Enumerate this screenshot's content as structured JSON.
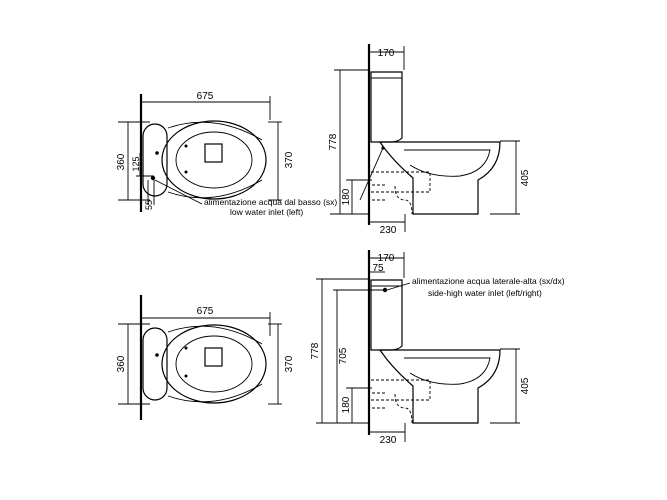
{
  "top": {
    "plan": {
      "width": "675",
      "left_height": "360",
      "right_height": "370",
      "inlet_offset": "125",
      "inlet_bottom": "55"
    },
    "side": {
      "tank_depth": "170",
      "total_height": "778",
      "pipe_height": "180",
      "outlet_distance": "230",
      "bowl_height": "405"
    },
    "note_it": "alimentazione acqua dal basso (sx)",
    "note_en": "low water inlet (left)"
  },
  "bottom": {
    "plan": {
      "width": "675",
      "left_height": "360",
      "right_height": "370"
    },
    "side": {
      "tank_depth": "170",
      "inlet_from_back": "75",
      "total_height": "778",
      "inlet_height": "705",
      "pipe_height": "180",
      "outlet_distance": "230",
      "bowl_height": "405"
    },
    "note_it": "alimentazione acqua laterale-alta (sx/dx)",
    "note_en": "side-high water inlet (left/right)"
  }
}
